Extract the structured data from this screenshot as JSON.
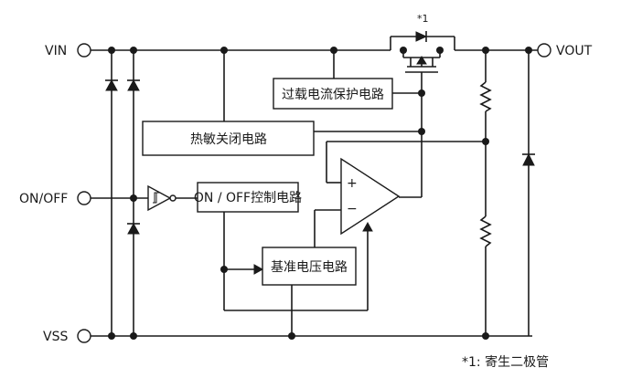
{
  "pins": {
    "vin": "VIN",
    "on_off": "ON/OFF",
    "vss": "VSS",
    "vout": "VOUT"
  },
  "blocks": {
    "overcurrent": "过载电流保护电路",
    "thermal": "热敏关闭电路",
    "on_off_control": "ON / OFF控制电路",
    "reference": "基准电压电路"
  },
  "opamp": {
    "plus": "+",
    "minus": "−"
  },
  "footnote": {
    "marker": "*1",
    "text": "*1: 寄生二极管"
  },
  "colors": {
    "line": "#1a1a1a",
    "background": "#ffffff"
  }
}
